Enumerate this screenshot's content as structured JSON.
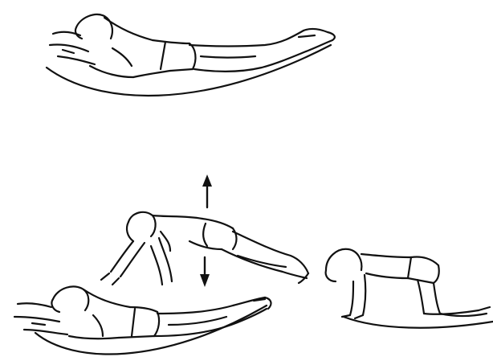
{
  "colors": {
    "background": "#ffffff",
    "ink": "#111111"
  },
  "figures": [
    {
      "id": "prone-extension",
      "icon": "person-prone-extension-figure"
    },
    {
      "id": "prone-lying",
      "icon": "person-prone-lying-figure"
    },
    {
      "id": "press-up",
      "icon": "person-press-up-figure"
    },
    {
      "id": "quadruped",
      "icon": "person-quadruped-figure"
    }
  ],
  "arrows": [
    {
      "id": "up",
      "icon": "arrow-up-icon"
    },
    {
      "id": "down",
      "icon": "arrow-down-icon"
    }
  ]
}
